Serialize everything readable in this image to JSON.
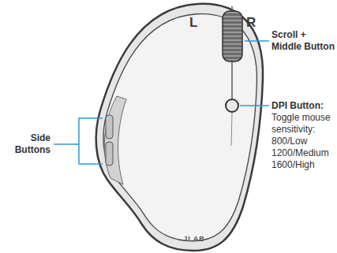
{
  "diagram": {
    "labels": [
      "L",
      "R",
      "Scroll + Middle Button",
      "Side Buttons",
      "DPI Button:",
      "Toggle mouse sensitivity:",
      "800/Low",
      "1200/Medium",
      "1600/High",
      "JLAB"
    ]
  }
}
